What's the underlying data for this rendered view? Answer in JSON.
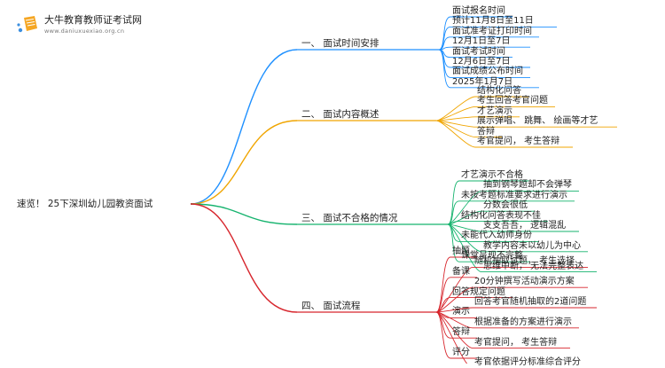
{
  "brand": {
    "name": "大牛教育教师证考试网",
    "url": "www.daniuxuexiao.org.cn"
  },
  "root": {
    "label": "速览！ 25下深圳幼儿园教资面试"
  },
  "colors": {
    "branch1": "#1e90ff",
    "branch2": "#f0a500",
    "branch3": "#16b36e",
    "branch4": "#d7262d",
    "logo_orange": "#f5a623",
    "logo_blue": "#3b8fe0"
  },
  "branches": [
    {
      "label": "一、 面试时间安排",
      "leaves": [
        "面试报名时间",
        "预计11月8日至11日",
        "面试准考证打印时间",
        "12月1日至7日",
        "面试考试时间",
        "12月6日至7日",
        "面试成绩公布时间",
        "2025年1月7日"
      ]
    },
    {
      "label": "二、 面试内容概述",
      "leaves": [
        "结构化问答",
        "考生回答考官问题",
        "才艺演示",
        "展示弹唱、 跳舞、 绘画等才艺",
        "答辩",
        "考官提问， 考生答辩"
      ]
    },
    {
      "label": "三、 面试不合格的情况",
      "leaves": [
        "才艺演示不合格",
        "抽到钢琴题却不会弹琴",
        "未按考题标准要求进行演示",
        "分数会很低",
        "结构化问答表现不佳",
        "支支吾吾， 逻辑混乱",
        "未能代入幼师身份",
        "教学内容未以幼儿为中心",
        "课堂呈现不完整",
        "思维中断， 无法完整表达"
      ]
    },
    {
      "label": "四、 面试流程",
      "leaves": [
        "抽题",
        "随机抽取试题， 考生选择",
        "备课",
        "20分钟撰写活动演示方案",
        "回答规定问题",
        "回答考官随机抽取的2道问题",
        "演示",
        "根据准备的方案进行演示",
        "答辩",
        "考官提问， 考生答辩",
        "评分",
        "考官依据评分标准综合评分"
      ]
    }
  ]
}
